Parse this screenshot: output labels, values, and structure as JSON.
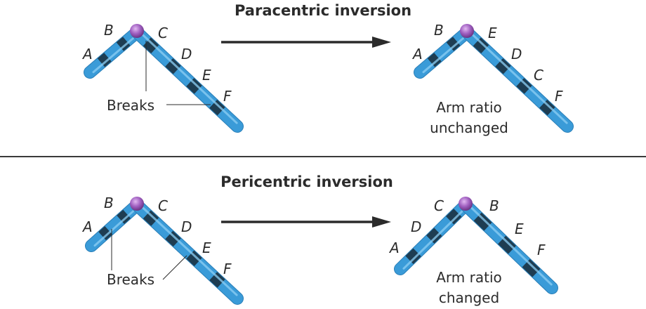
{
  "panels": [
    {
      "title": "Paracentric inversion",
      "before": {
        "left_arm_labels": [
          "A",
          "B"
        ],
        "right_arm_labels": [
          "C",
          "D",
          "E",
          "F"
        ],
        "annotation": "Breaks"
      },
      "after": {
        "left_arm_labels": [
          "A",
          "B"
        ],
        "right_arm_labels": [
          "E",
          "D",
          "C",
          "F"
        ],
        "caption_line1": "Arm ratio",
        "caption_line2": "unchanged"
      }
    },
    {
      "title": "Pericentric inversion",
      "before": {
        "left_arm_labels": [
          "A",
          "B"
        ],
        "right_arm_labels": [
          "C",
          "D",
          "E",
          "F"
        ],
        "annotation": "Breaks"
      },
      "after": {
        "left_arm_labels": [
          "A",
          "D",
          "C"
        ],
        "right_arm_labels": [
          "B",
          "E",
          "F"
        ],
        "caption_line1": "Arm ratio",
        "caption_line2": "changed"
      }
    }
  ],
  "colors": {
    "chromosome": "#3a9bd8",
    "chromosome_light": "#8fd0f5",
    "band": "#1e3d52",
    "centromere": "#a05fc0",
    "text": "#2b2b2b",
    "arrow": "#2b2b2b",
    "divider": "#3a3a3a"
  }
}
